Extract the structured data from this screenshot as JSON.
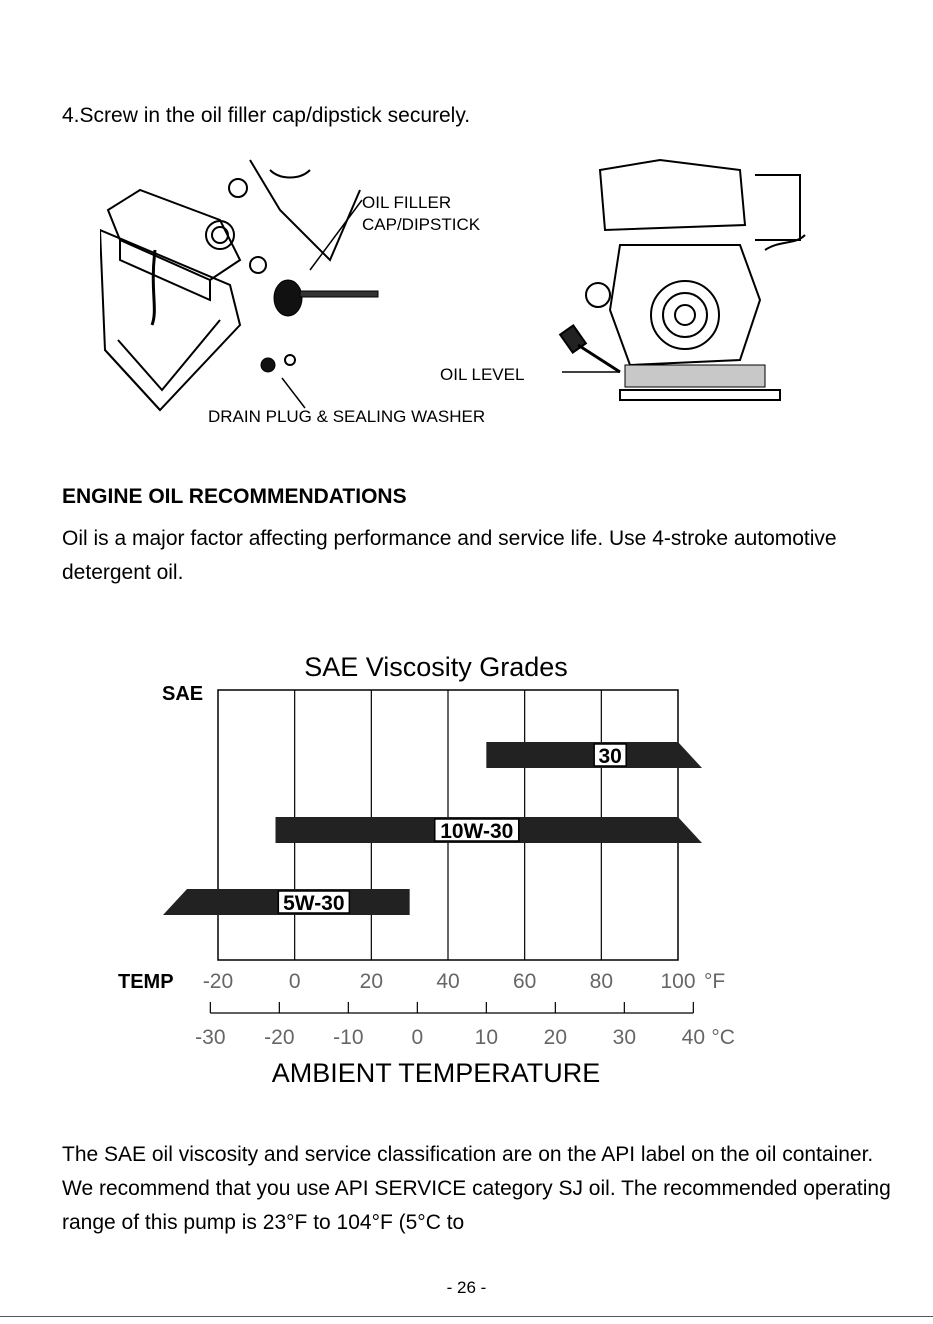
{
  "step": {
    "text": "4.Screw in the oil filler cap/dipstick securely."
  },
  "illustration": {
    "label_cap_line1": "OIL FILLER",
    "label_cap_line2": "CAP/DIPSTICK",
    "label_oil_level": "OIL LEVEL",
    "label_drain": "DRAIN PLUG & SEALING WASHER"
  },
  "section": {
    "heading": "ENGINE OIL RECOMMENDATIONS",
    "paragraph": "Oil is a major factor affecting performance and service life. Use 4-stroke automotive detergent oil."
  },
  "chart_data": {
    "type": "bar",
    "title": "SAE Viscosity Grades",
    "ylabel": "SAE",
    "xlabel": "AMBIENT TEMPERATURE",
    "temp_label": "TEMP",
    "unit_f": "°F",
    "unit_c": "°C",
    "ticks_f": [
      "-20",
      "0",
      "20",
      "40",
      "60",
      "80",
      "100"
    ],
    "ticks_c": [
      "-30",
      "-20",
      "-10",
      "0",
      "10",
      "20",
      "30",
      "40"
    ],
    "xlim_f": [
      -20,
      100
    ],
    "series": [
      {
        "name": "30",
        "range_f": [
          50,
          100
        ],
        "open_end": "right"
      },
      {
        "name": "10W-30",
        "range_f": [
          -5,
          100
        ],
        "open_end": "right"
      },
      {
        "name": "5W-30",
        "range_f": [
          -20,
          30
        ],
        "open_end": "left"
      }
    ]
  },
  "closing": {
    "paragraph": "The SAE oil viscosity and service classification are on the API label on the oil container. We recommend that you use API SERVICE category SJ oil. The recommended operating range of this pump is 23°F to 104°F (5°C to"
  },
  "footer": {
    "page_number": "- 26 -"
  }
}
